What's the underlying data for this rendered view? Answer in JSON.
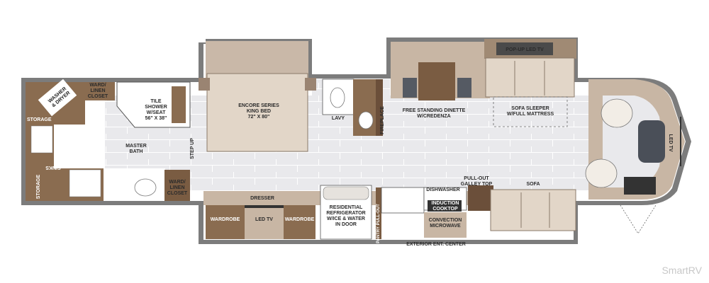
{
  "floorplan": {
    "labels": {
      "ward_linen_closet_top": "WARD/\nLINEN\nCLOSET",
      "washer_dryer": "WASHER\n& DRYER",
      "tile_shower": "TILE\nSHOWER\nW/SEAT\n56\" X 38\"",
      "storage_left": "STORAGE",
      "master_bath": "MASTER\nBATH",
      "sinks": "SINKS",
      "storage_bottom": "STORAGE",
      "ward_linen_closet_bottom": "WARD/\nLINEN\nCLOSET",
      "step_up": "STEP UP",
      "king_bed": "ENCORE SERIES\nKING BED\n72\" X 80\"",
      "lavy": "LAVY",
      "fireplace": "FIREPLACE",
      "dinette": "FREE STANDING DINETTE\nW/CREDENZA",
      "popup_tv": "POP-UP LED TV",
      "sofa_sleeper": "SOFA SLEEPER\nW/FULL MATTRESS",
      "led_tv_front": "LED TV",
      "dresser": "DRESSER",
      "wardrobe_left": "WARDROBE",
      "led_tv_bedroom": "LED TV",
      "wardrobe_right": "WARDROBE",
      "refrigerator": "RESIDENTIAL\nREFRIGERATOR\nW/ICE & WATER\nIN DOOR",
      "pantry": "PANTRY PULL-OUT",
      "dishwasher": "DISHWASHER",
      "pullout_galley": "PULL-OUT\nGALLEY TOP",
      "induction": "INDUCTION\nCOOKTOP",
      "convection": "CONVECTION\nMICROWAVE",
      "sofa": "SOFA",
      "exterior_ent": "EXTERIOR ENT. CENTER"
    },
    "watermark": "SmartRV"
  }
}
